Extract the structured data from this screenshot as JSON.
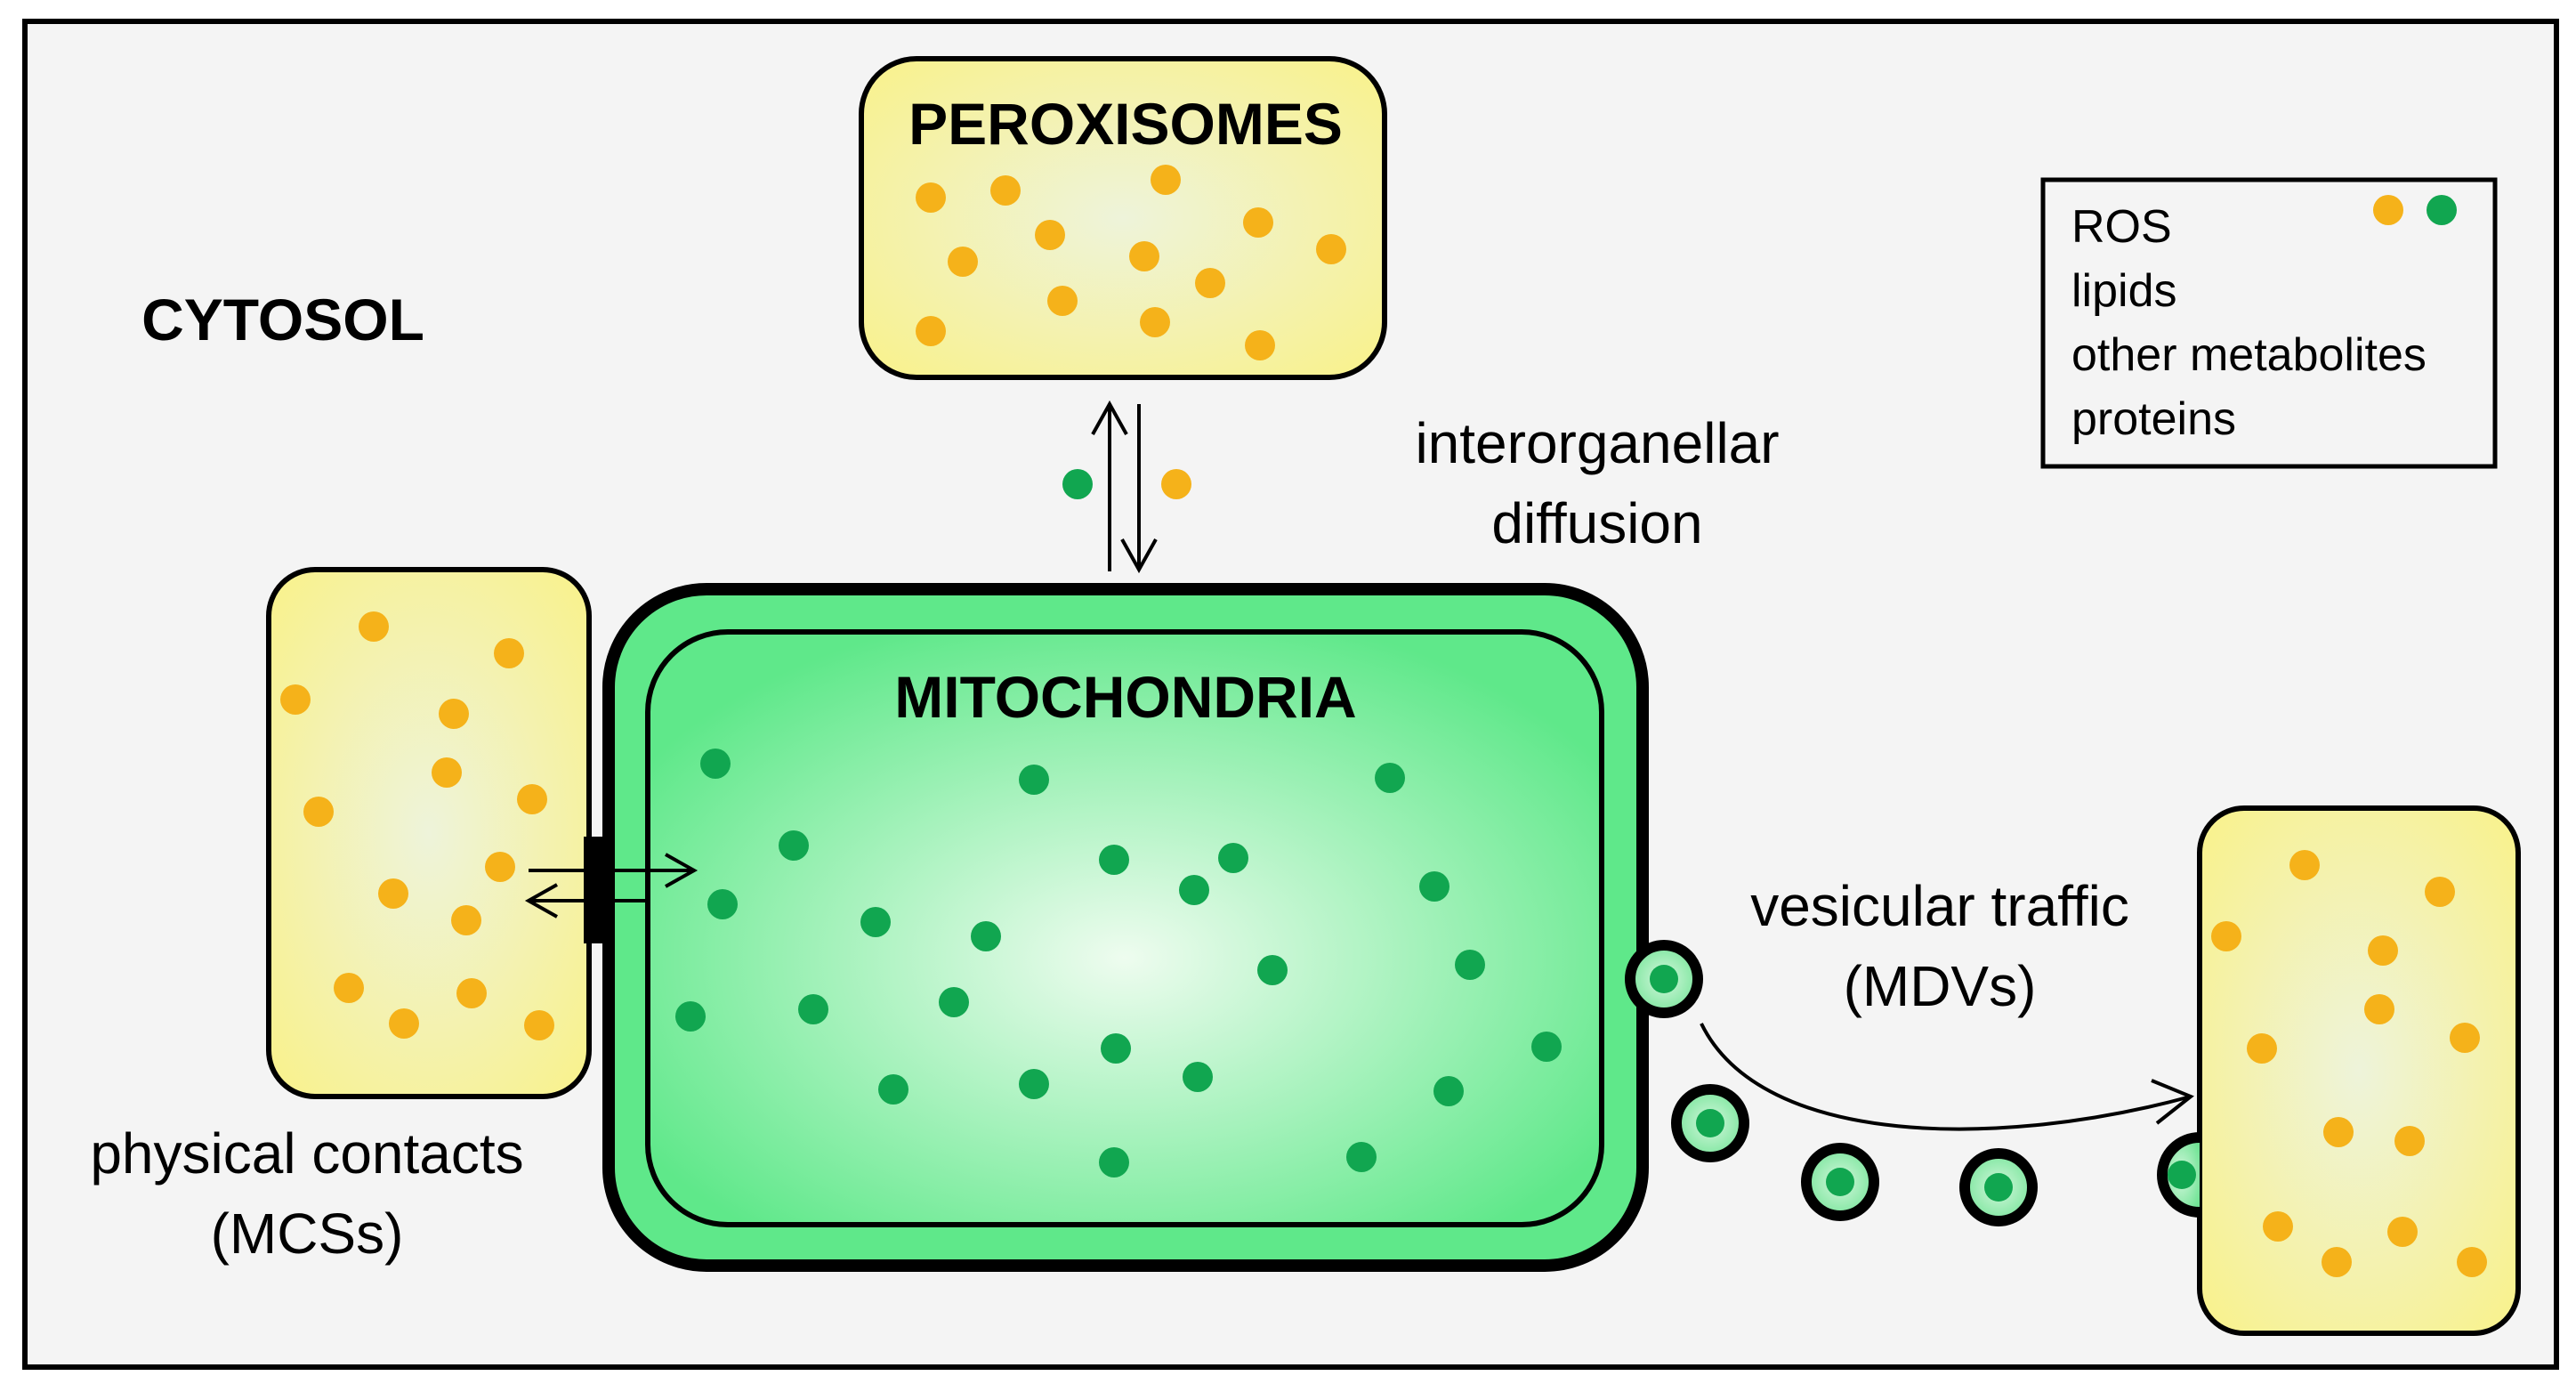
{
  "labels": {
    "cytosol": "CYTOSOL",
    "peroxisomes": "PEROXISOMES",
    "mitochondria": "MITOCHONDRIA",
    "diffusion_line1": "interorganellar",
    "diffusion_line2": "diffusion",
    "contacts_line1": "physical contacts",
    "contacts_line2": "(MCSs)",
    "vesicular_line1": "vesicular traffic",
    "vesicular_line2": "(MDVs)"
  },
  "legend": {
    "items": [
      "ROS",
      "lipids",
      "other metabolites",
      "proteins"
    ]
  },
  "colors": {
    "metabolite_orange": "#f5b21a",
    "metabolite_green": "#11a650",
    "organelle_yellow": "#f8f290",
    "mito_green": "#5fe88a",
    "background": "#f4f4f4",
    "outline": "#000000"
  }
}
